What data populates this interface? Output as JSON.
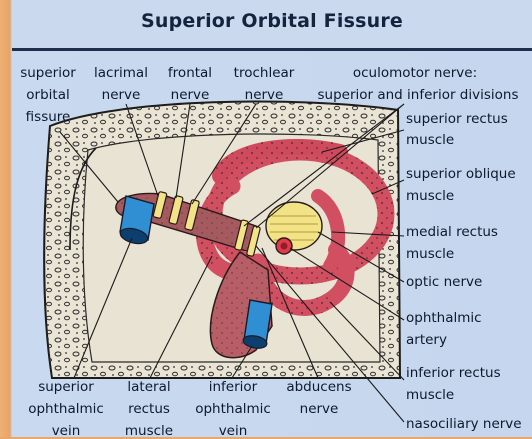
{
  "title": "Superior Orbital Fissure",
  "labels": {
    "sof_1": "superior",
    "sof_2": "orbital",
    "sof_3": "fissure",
    "lacrimal_1": "lacrimal",
    "lacrimal_2": "nerve",
    "frontal_1": "frontal",
    "frontal_2": "nerve",
    "trochlear_1": "trochlear",
    "trochlear_2": "nerve",
    "oculomotor_1": "oculomotor nerve:",
    "oculomotor_2": "superior and inferior divisions",
    "sup_rectus_1": "superior rectus",
    "sup_rectus_2": "muscle",
    "sup_oblique_1": "superior oblique",
    "sup_oblique_2": "muscle",
    "med_rectus_1": "medial rectus",
    "med_rectus_2": "muscle",
    "optic": "optic nerve",
    "oph_artery_1": "ophthalmic",
    "oph_artery_2": "artery",
    "inf_rectus_1": "inferior rectus",
    "inf_rectus_2": "muscle",
    "nasociliary": "nasociliary nerve",
    "sup_oph_vein_1": "superior",
    "sup_oph_vein_2": "ophthalmic",
    "sup_oph_vein_3": "vein",
    "lat_rectus_1": "lateral",
    "lat_rectus_2": "rectus",
    "lat_rectus_3": "muscle",
    "inf_oph_vein_1": "inferior",
    "inf_oph_vein_2": "ophthalmic",
    "inf_oph_vein_3": "vein",
    "abducens_1": "abducens",
    "abducens_2": "nerve"
  },
  "colors": {
    "muscle": "#d24f61",
    "nerve": "#f2e486",
    "vein": "#2f8fd2",
    "orbit_fill": "#e8e2d1",
    "background": "#c6d6ee"
  }
}
